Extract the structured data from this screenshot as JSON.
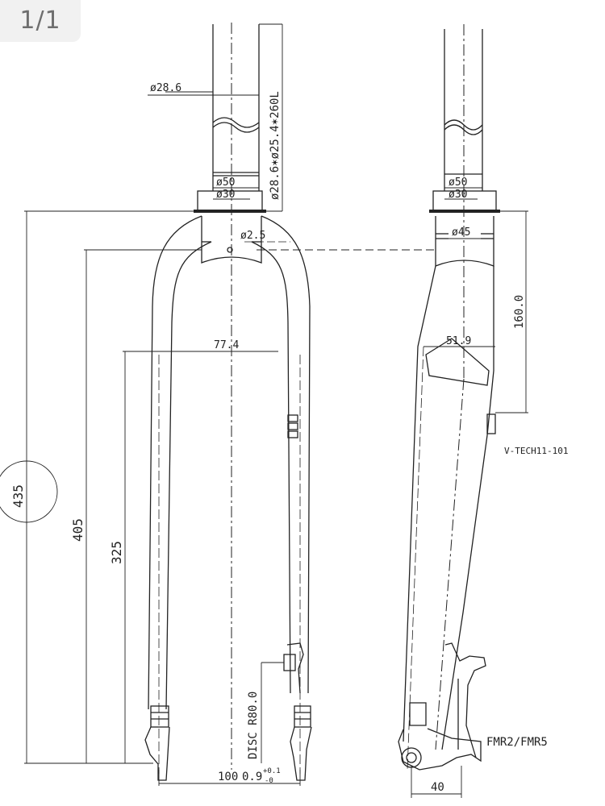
{
  "page_indicator": "1/1",
  "front_view": {
    "steerer_outer_dia": "ø28.6",
    "steerer_spec": "ø28.6✶ø25.4✶260L",
    "crown_race_outer": "ø50",
    "crown_race_inner": "ø30",
    "crown_hole": "ø2.5",
    "blade_spacing": "77.4",
    "dim_height_total": "435",
    "dim_height_crown": "405",
    "dim_height_inner": "325",
    "disc_rotor": "DISC R80.0",
    "hub_spacing": "100",
    "tolerance_base": "0.9",
    "tolerance_plus": "+0.1",
    "tolerance_minus": "-0"
  },
  "side_view": {
    "crown_race_outer": "ø50",
    "crown_race_inner": "ø30",
    "crown_hole": "ø45",
    "rake_upper": "160.0",
    "width_value": "51.9",
    "model_code": "V-TECH11-101",
    "dropout_label": "FMR2/FMR5",
    "offset": "40"
  },
  "colors": {
    "line": "#222222",
    "background": "#ffffff",
    "indicator_bg": "#f1f1f1",
    "indicator_text": "#6e6e6e"
  }
}
